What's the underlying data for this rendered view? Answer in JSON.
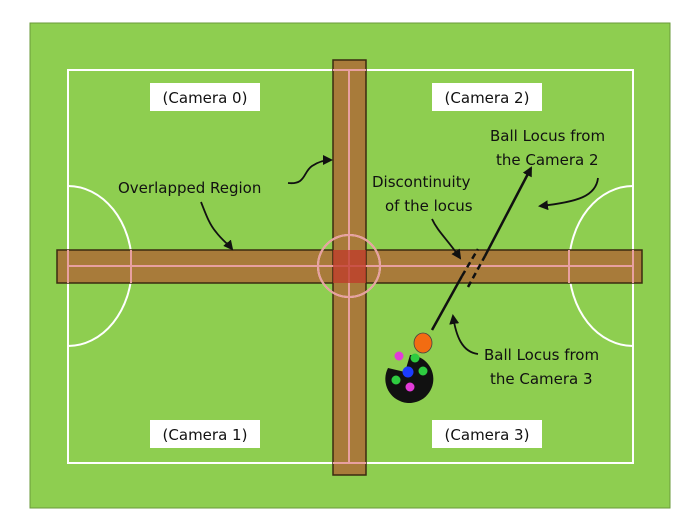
{
  "colors": {
    "field": "#8ece50",
    "field_border": "#6a9a3a",
    "lines": "#ffffff",
    "overlap_fill": "#a87b3a",
    "overlap_border": "#3a2a10",
    "overlap_inner_line": "#e8a0a0",
    "center_spot": "#c0392b",
    "ball": "#f26c12",
    "robot_body": "#111111",
    "arrow": "#111111"
  },
  "cameras": {
    "cam0": "(Camera 0)",
    "cam1": "(Camera 1)",
    "cam2": "(Camera 2)",
    "cam3": "(Camera 3)"
  },
  "annotations": {
    "overlapped_region": "Overlapped Region",
    "discontinuity_line1": "Discontinuity",
    "discontinuity_line2": "of the locus",
    "locus_cam2_line1": "Ball Locus from",
    "locus_cam2_line2": "the Camera 2",
    "locus_cam3_line1": "Ball Locus from",
    "locus_cam3_line2": "the Camera 3"
  },
  "robot_markers": [
    "#e23bd8",
    "#2ecc40",
    "#1b3cff",
    "#2ecc40",
    "#e23bd8",
    "#2ecc40"
  ]
}
